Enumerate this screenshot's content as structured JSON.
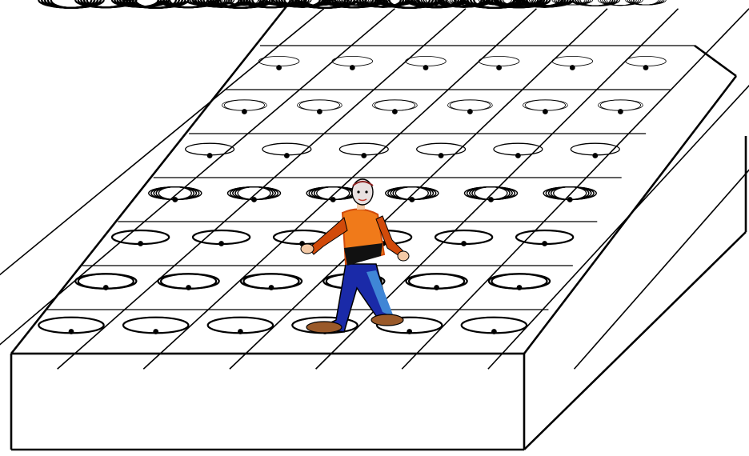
{
  "scene": {
    "subject": "person-walking-on-spring-mattress",
    "grid": {
      "rows": 7,
      "cols": 6
    },
    "colors": {
      "background": "#ffffff",
      "lines": "#000000",
      "shirt": "#f07a1a",
      "shirt_dark": "#d14a0a",
      "pants": "#1a2aa8",
      "pants_light": "#3f86d6",
      "shoes": "#9a5a2a",
      "skin": "#f3c9a6",
      "face": "#e8e0e0"
    }
  }
}
